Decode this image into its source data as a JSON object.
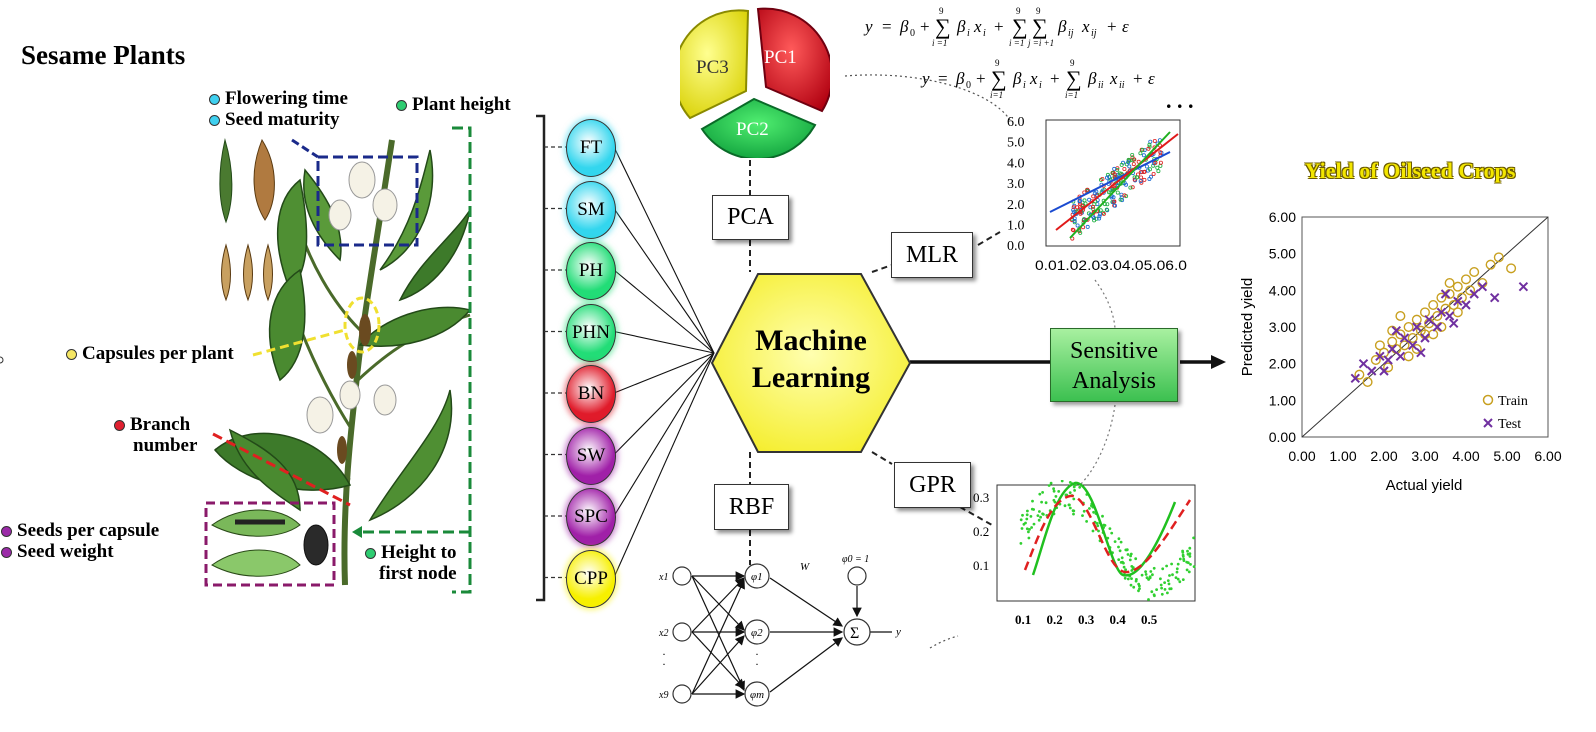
{
  "left": {
    "title": "Sesame Plants",
    "traits": {
      "flowering_time": "Flowering time",
      "seed_maturity": "Seed maturity",
      "plant_height": "Plant height",
      "capsules_per_plant": "Capsules per plant",
      "branch_number_1": "Branch",
      "branch_number_2": "number",
      "seeds_per_capsule": "Seeds per capsule",
      "seed_weight": "Seed weight",
      "height_first_node_1": "Height to",
      "height_first_node_2": "first node"
    },
    "trait_colors": {
      "cyan": "#3fd0f0",
      "green": "#2ecc71",
      "yellow": "#f5e663",
      "red": "#e02030",
      "purple": "#9b2aa8"
    }
  },
  "features": [
    {
      "label": "FT",
      "color": "#33d6ee"
    },
    {
      "label": "SM",
      "color": "#33d6ee"
    },
    {
      "label": "PH",
      "color": "#22dd77"
    },
    {
      "label": "PHN",
      "color": "#22dd77"
    },
    {
      "label": "BN",
      "color": "#e01b2a"
    },
    {
      "label": "SW",
      "color": "#a020a8"
    },
    {
      "label": "SPC",
      "color": "#a020a8"
    },
    {
      "label": "CPP",
      "color": "#f7f000"
    }
  ],
  "pca_wheel": {
    "pc1": "PC1",
    "pc2": "PC2",
    "pc3": "PC3"
  },
  "equations": {
    "eq1": "y = β0 + Σ βi xi + Σ Σ βij xij + ε",
    "eq2": "y = β0 + Σ βi xi + Σ βii xii + ε",
    "ellipsis": ". . ."
  },
  "methods": {
    "pca": "PCA",
    "mlr": "MLR",
    "rbf": "RBF",
    "gpr": "GPR"
  },
  "center": {
    "line1": "Machine",
    "line2": "Learning"
  },
  "sensitive": {
    "line1": "Sensitive",
    "line2": "Analysis"
  },
  "mlr_plot": {
    "y_ticks": [
      "6.0",
      "5.0",
      "4.0",
      "3.0",
      "2.0",
      "1.0",
      "0.0"
    ],
    "x_ticks": "0.01.02.03.04.05.06.0"
  },
  "gpr_plot": {
    "y_ticks": [
      "0.3",
      "0.2",
      "0.1"
    ],
    "x_ticks": [
      "0.1",
      "0.2",
      "0.3",
      "0.4",
      "0.5"
    ]
  },
  "rbf_net": {
    "inputs": [
      "x1",
      "x2",
      "x9"
    ],
    "hidden": [
      "φ1",
      "φ2",
      "φm"
    ],
    "bias": "φ0 = 1",
    "weight": "W",
    "sum": "Σ",
    "output": "y"
  },
  "chart_data": {
    "type": "scatter",
    "title": "Yield of Oilseed Crops",
    "xlabel": "Actual yield",
    "ylabel": "Predicted yield",
    "xlim": [
      0,
      6
    ],
    "ylim": [
      0,
      6
    ],
    "x_tick_labels": [
      "0.00",
      "1.00",
      "2.00",
      "3.00",
      "4.00",
      "5.00",
      "6.00"
    ],
    "y_tick_labels": [
      "0.00",
      "1.00",
      "2.00",
      "3.00",
      "4.00",
      "5.00",
      "6.00"
    ],
    "grid": false,
    "legend": "bottom-right",
    "series": [
      {
        "name": "Train",
        "color": "#c8a020",
        "marker": "circle",
        "points": [
          [
            1.4,
            1.7
          ],
          [
            1.6,
            1.5
          ],
          [
            1.8,
            2.1
          ],
          [
            2.0,
            2.3
          ],
          [
            2.1,
            1.9
          ],
          [
            2.2,
            2.6
          ],
          [
            2.3,
            2.4
          ],
          [
            2.4,
            2.8
          ],
          [
            2.5,
            2.5
          ],
          [
            2.6,
            3.0
          ],
          [
            2.7,
            2.7
          ],
          [
            2.8,
            3.2
          ],
          [
            2.9,
            2.9
          ],
          [
            3.0,
            3.4
          ],
          [
            3.1,
            3.1
          ],
          [
            3.2,
            3.6
          ],
          [
            3.3,
            3.3
          ],
          [
            3.4,
            3.8
          ],
          [
            3.5,
            3.5
          ],
          [
            3.6,
            3.9
          ],
          [
            3.7,
            3.6
          ],
          [
            3.8,
            4.1
          ],
          [
            3.9,
            3.8
          ],
          [
            4.0,
            4.3
          ],
          [
            4.1,
            4.0
          ],
          [
            4.2,
            4.5
          ],
          [
            4.4,
            4.2
          ],
          [
            4.6,
            4.7
          ],
          [
            4.8,
            4.9
          ],
          [
            5.1,
            4.6
          ],
          [
            2.2,
            2.9
          ],
          [
            2.6,
            2.2
          ],
          [
            3.0,
            2.8
          ],
          [
            3.4,
            3.0
          ],
          [
            2.4,
            3.3
          ],
          [
            3.6,
            4.2
          ],
          [
            2.8,
            2.4
          ],
          [
            3.2,
            2.8
          ],
          [
            1.9,
            2.5
          ],
          [
            3.8,
            3.4
          ]
        ]
      },
      {
        "name": "Test",
        "color": "#7030a0",
        "marker": "x",
        "points": [
          [
            1.3,
            1.6
          ],
          [
            1.5,
            2.0
          ],
          [
            1.7,
            1.8
          ],
          [
            1.9,
            2.2
          ],
          [
            2.0,
            1.8
          ],
          [
            2.2,
            2.4
          ],
          [
            2.4,
            2.2
          ],
          [
            2.5,
            2.7
          ],
          [
            2.7,
            2.5
          ],
          [
            2.8,
            3.0
          ],
          [
            3.0,
            2.7
          ],
          [
            3.1,
            3.2
          ],
          [
            3.3,
            3.0
          ],
          [
            3.4,
            3.4
          ],
          [
            3.6,
            3.3
          ],
          [
            3.8,
            3.7
          ],
          [
            4.0,
            3.6
          ],
          [
            4.2,
            3.9
          ],
          [
            4.4,
            4.1
          ],
          [
            4.7,
            3.8
          ],
          [
            5.4,
            4.1
          ],
          [
            2.3,
            2.9
          ],
          [
            2.9,
            2.3
          ],
          [
            3.5,
            3.9
          ],
          [
            2.1,
            2.1
          ],
          [
            3.7,
            3.1
          ]
        ]
      }
    ]
  }
}
